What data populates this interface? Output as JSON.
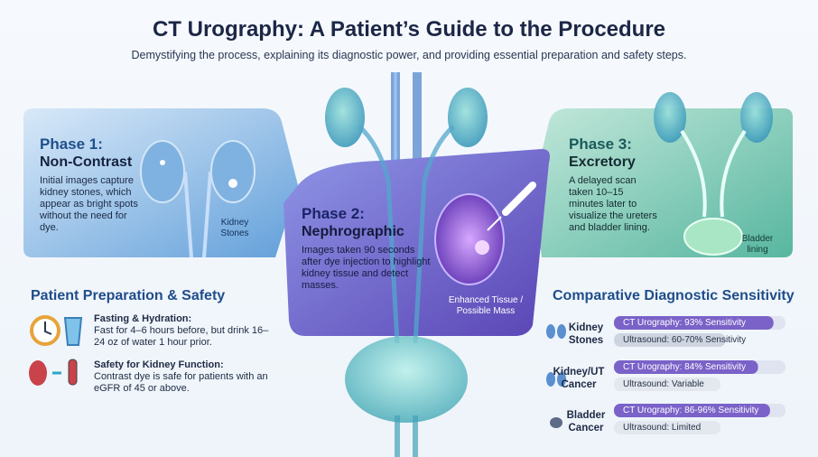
{
  "title": "CT Urography: A Patient’s Guide to the Procedure",
  "subtitle": "Demystifying the process, explaining its diagnostic power, and providing essential preparation and safety steps.",
  "phases": [
    {
      "heading": "Phase 1:",
      "name": "Non-Contrast",
      "description": "Initial images capture kidney stones, which appear as bright spots without the need for dye.",
      "callout": "Kidney Stones"
    },
    {
      "heading": "Phase 2:",
      "name": "Nephrographic",
      "description": "Images taken 90 seconds after dye injection to highlight kidney tissue and detect masses.",
      "callout": "Enhanced Tissue / Possible Mass"
    },
    {
      "heading": "Phase 3:",
      "name": "Excretory",
      "description": "A delayed scan taken 10–15 minutes later to visualize the ureters and bladder lining.",
      "callout": "Bladder lining"
    }
  ],
  "preparation": {
    "title": "Patient Preparation & Safety",
    "items": [
      {
        "heading": "Fasting & Hydration:",
        "text": "Fast for 4–6 hours before, but drink 16–24 oz of water 1 hour prior.",
        "icon": "clock-and-water-glass-icon"
      },
      {
        "heading": "Safety for Kidney Function:",
        "text": "Contrast dye is safe for patients with an eGFR of 45 or above.",
        "icon": "kidney-and-vial-icon"
      }
    ]
  },
  "sensitivity": {
    "title": "Comparative Diagnostic Sensitivity",
    "rows": [
      {
        "label": "Kidney Stones",
        "ct_label": "CT Urography: 93% Sensitivity",
        "ct_value": 93,
        "us_label": "Ultrasound: 60-70% Sensitivity",
        "us_value": 65
      },
      {
        "label": "Kidney/UT Cancer",
        "ct_label": "CT Urography: 84% Sensitivity",
        "ct_value": 84,
        "us_label": "Ultrasound: Variable",
        "us_value": null
      },
      {
        "label": "Bladder Cancer",
        "ct_label": "CT Urography: 86-96% Sensitivity",
        "ct_value": 91,
        "us_label": "Ultrasound: Limited",
        "us_value": null
      }
    ]
  },
  "colors": {
    "phase1": "#5d9bd6",
    "phase2": "#6f64c8",
    "phase3": "#73c4a8",
    "ct_bar": "#7a62c8",
    "title": "#1c2746",
    "section": "#1f4d8a"
  }
}
